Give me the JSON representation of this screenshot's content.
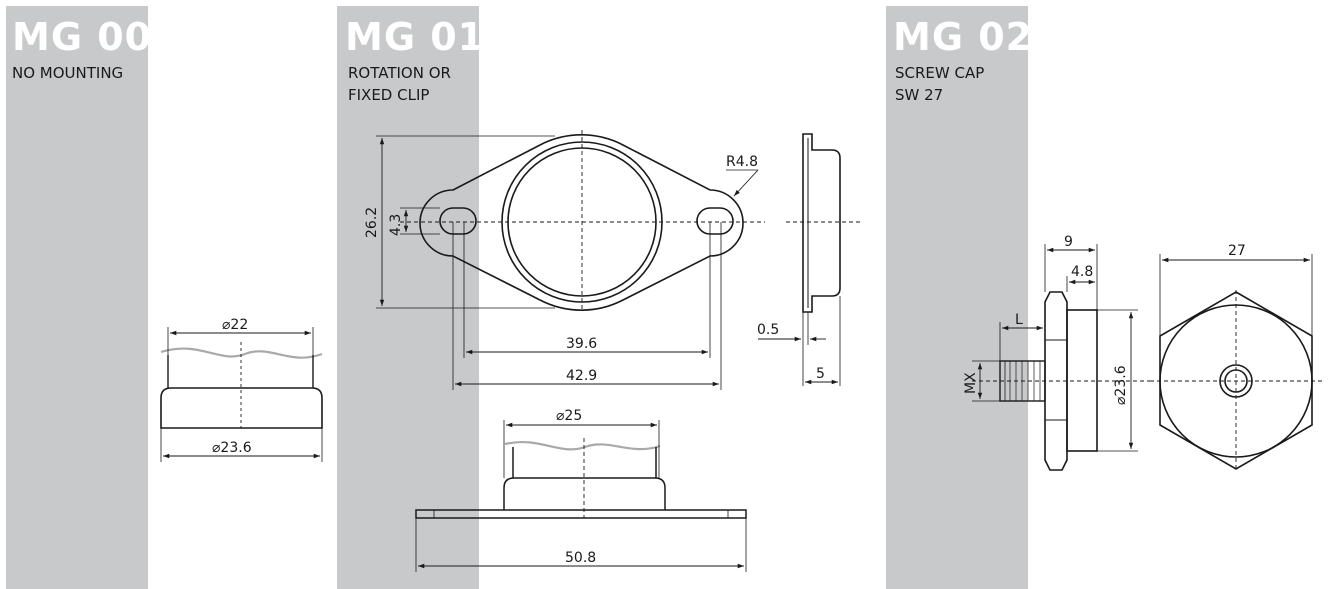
{
  "colors": {
    "band": "#c8c9cb",
    "line": "#1a1a1a",
    "wave": "#a9a9a9",
    "title": "#ffffff"
  },
  "panels": [
    {
      "code": "MG 00",
      "subtitle_lines": [
        "NO MOUNTING"
      ]
    },
    {
      "code": "MG 01",
      "subtitle_lines": [
        "ROTATION OR",
        "FIXED CLIP"
      ]
    },
    {
      "code": "MG 02",
      "subtitle_lines": [
        "SCREW CAP",
        "SW 27"
      ]
    }
  ],
  "dimensions": {
    "mg00": {
      "top_diameter": "⌀22",
      "bottom_diameter": "⌀23.6"
    },
    "mg01": {
      "radius": "R4.8",
      "height": "26.2",
      "slot": "4.3",
      "hole_spacing_inner": "39.6",
      "hole_spacing_outer": "42.9",
      "flange_thickness": "0.5",
      "depth": "5",
      "collar_diameter": "⌀25",
      "length": "50.8"
    },
    "mg02": {
      "width": "9",
      "cap": "4.8",
      "thread_length": "L",
      "thread": "MX",
      "diameter": "⌀23.6",
      "hex": "27"
    }
  }
}
